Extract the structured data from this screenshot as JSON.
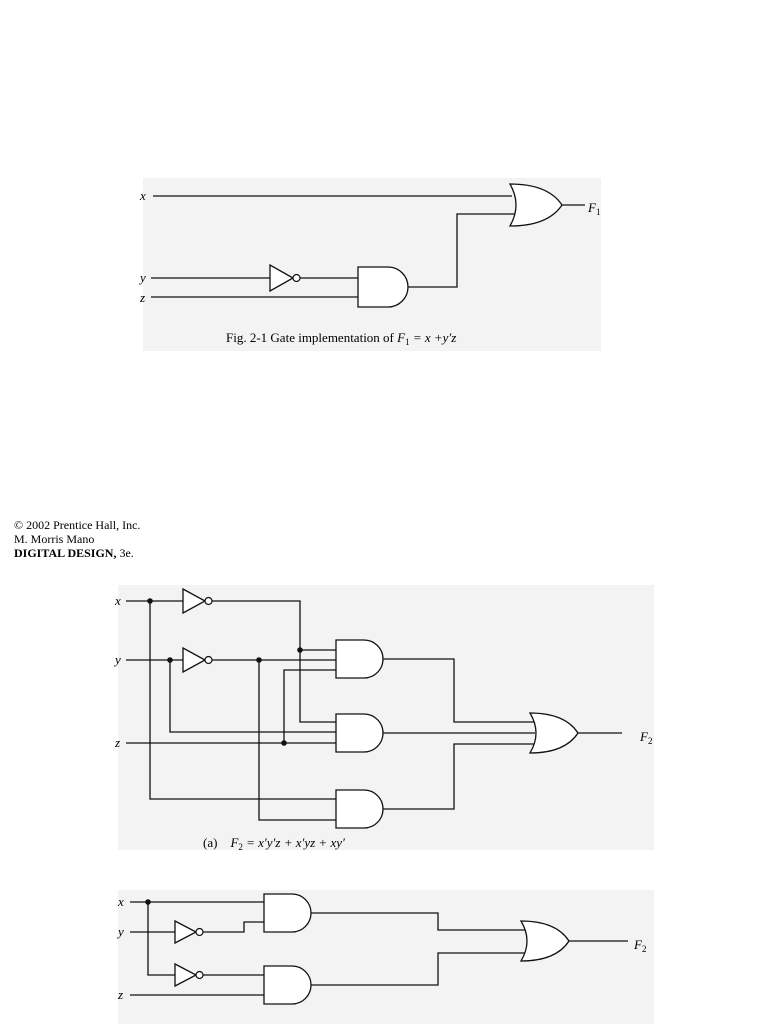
{
  "figure1": {
    "inputs": {
      "x": "x",
      "y": "y",
      "z": "z"
    },
    "output": {
      "name": "F",
      "sub": "1"
    },
    "caption": {
      "prefix": "Fig. 2-1  Gate implementation of ",
      "lhs": "F",
      "lhs_sub": "1",
      "rhs": " = x +y′z"
    }
  },
  "copyright": {
    "line1": "© 2002 Prentice Hall, Inc.",
    "line2": "M. Morris Mano",
    "title": "DIGITAL DESIGN,",
    "edition": " 3e."
  },
  "figure2a": {
    "inputs": {
      "x": "x",
      "y": "y",
      "z": "z"
    },
    "output": {
      "name": "F",
      "sub": "2"
    },
    "caption": {
      "label": "(a)",
      "lhs": "F",
      "lhs_sub": "2",
      "rhs": " = x′y′z + x′yz + xy′"
    }
  },
  "figure2b": {
    "inputs": {
      "x": "x",
      "y": "y",
      "z": "z"
    },
    "output": {
      "name": "F",
      "sub": "2"
    }
  }
}
